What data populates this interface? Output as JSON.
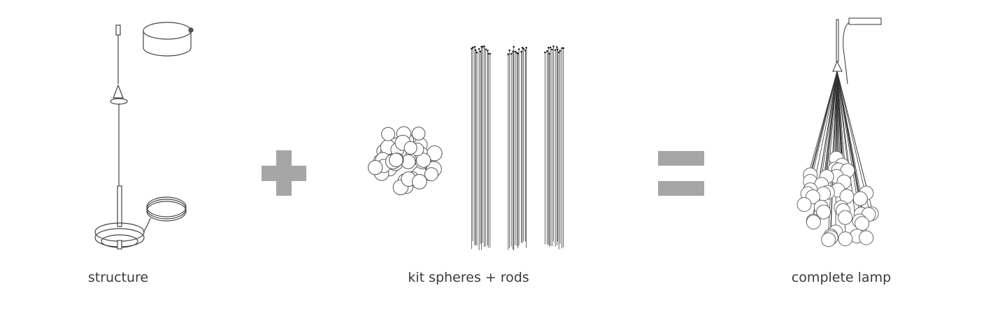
{
  "labels": {
    "structure": "structure",
    "kit": "kit spheres + rods",
    "complete": "complete lamp"
  },
  "operators": {
    "plus": "+",
    "equals": "="
  },
  "colors": {
    "operator": "#a6a6a6",
    "line": "#333333",
    "text": "#3a3a3a"
  }
}
